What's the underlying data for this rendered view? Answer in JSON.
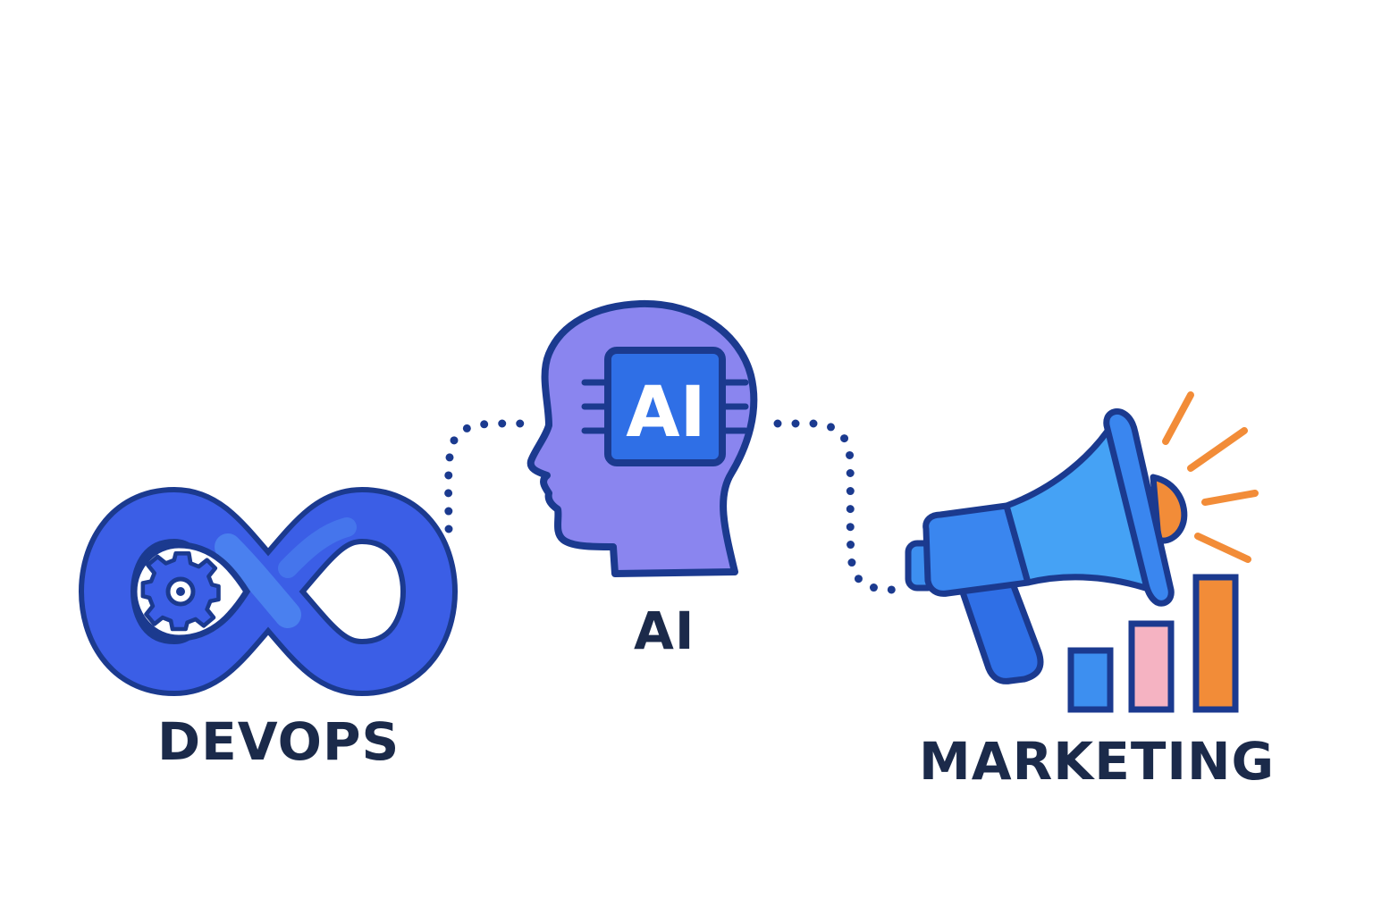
{
  "nodes": {
    "devops": {
      "label": "DEVOPS"
    },
    "ai": {
      "label": "AI",
      "chip_text": "AI"
    },
    "marketing": {
      "label": "MARKETING"
    }
  },
  "colors": {
    "outline": "#1b3a8f",
    "infinity_blue": "#3b5ee6",
    "infinity_light": "#4d86f0",
    "head_purple": "#8a85ef",
    "chip_blue": "#2f6fe6",
    "megaphone_blue": "#3d8ff0",
    "orange": "#f28c38",
    "pink": "#f5b3c2",
    "text_dark": "#1b2a4a"
  },
  "icons": [
    "infinity-loop-icon",
    "gear-icon",
    "ai-head-icon",
    "chip-icon",
    "megaphone-icon",
    "bar-chart-icon"
  ]
}
